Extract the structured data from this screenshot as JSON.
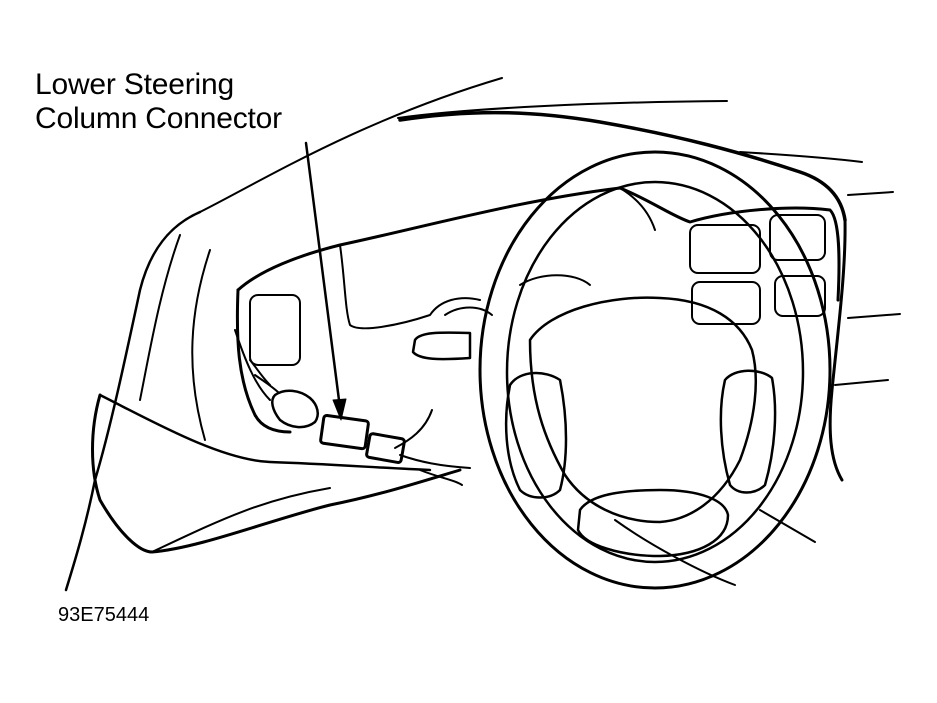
{
  "callout": {
    "line1": "Lower Steering",
    "line2": "Column Connector"
  },
  "figure_code": "93E75444",
  "colors": {
    "ink": "#000000",
    "paper": "#ffffff"
  }
}
